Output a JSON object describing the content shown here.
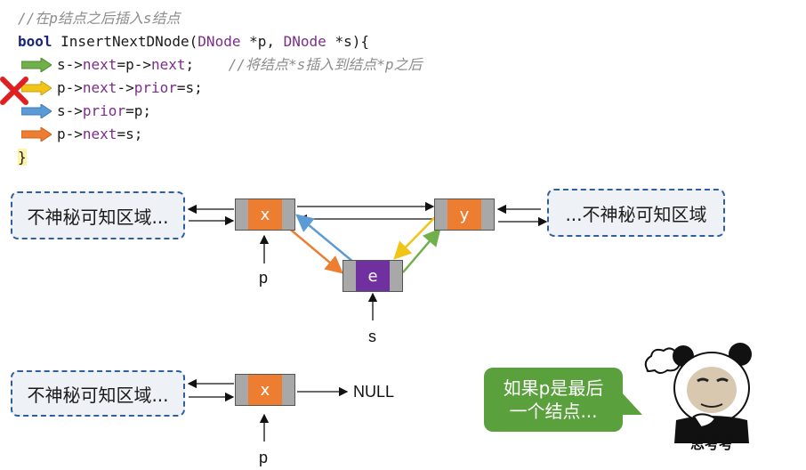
{
  "code": {
    "comment_line": "//在p结点之后插入s结点",
    "signature": {
      "kw": "bool",
      "fn": " InsertNextDNode(",
      "type1": "DNode",
      "p1": " *p, ",
      "type2": "DNode",
      "p2": " *s){"
    },
    "lines": [
      {
        "pre": "s->",
        "f1": "next",
        "mid": "=p->",
        "f2": "next",
        "post": ";",
        "comment": "//将结点*s插入到结点*p之后",
        "color": "#6fb04a"
      },
      {
        "pre": "p->",
        "f1": "next",
        "mid": "->",
        "f2": "prior",
        "post": "=s;",
        "comment": "",
        "color": "#f0c419"
      },
      {
        "pre": "s->",
        "f1": "prior",
        "mid": "=p;",
        "f2": "",
        "post": "",
        "comment": "",
        "color": "#5b9bd5"
      },
      {
        "pre": "p->",
        "f1": "next",
        "mid": "=s;",
        "f2": "",
        "post": "",
        "comment": "",
        "color": "#ed7d31"
      }
    ],
    "close": "}"
  },
  "diagram": {
    "left_region": "不神秘可知区域...",
    "right_region": "...不神秘可知区域",
    "node_x": "x",
    "node_y": "y",
    "node_e": "e",
    "label_p": "p",
    "label_s": "s"
  },
  "diagram2": {
    "left_region": "不神秘可知区域...",
    "node_x": "x",
    "null_label": "NULL",
    "label_p": "p"
  },
  "bubble": {
    "line1": "如果p是最后",
    "line2": "一个结点..."
  },
  "meme_caption": "思考考",
  "colors": {
    "orange": "#ed7d31",
    "purple": "#7030a0",
    "green": "#6fb04a",
    "yellow": "#f0c419",
    "blue": "#5b9bd5",
    "red": "#e02020"
  }
}
